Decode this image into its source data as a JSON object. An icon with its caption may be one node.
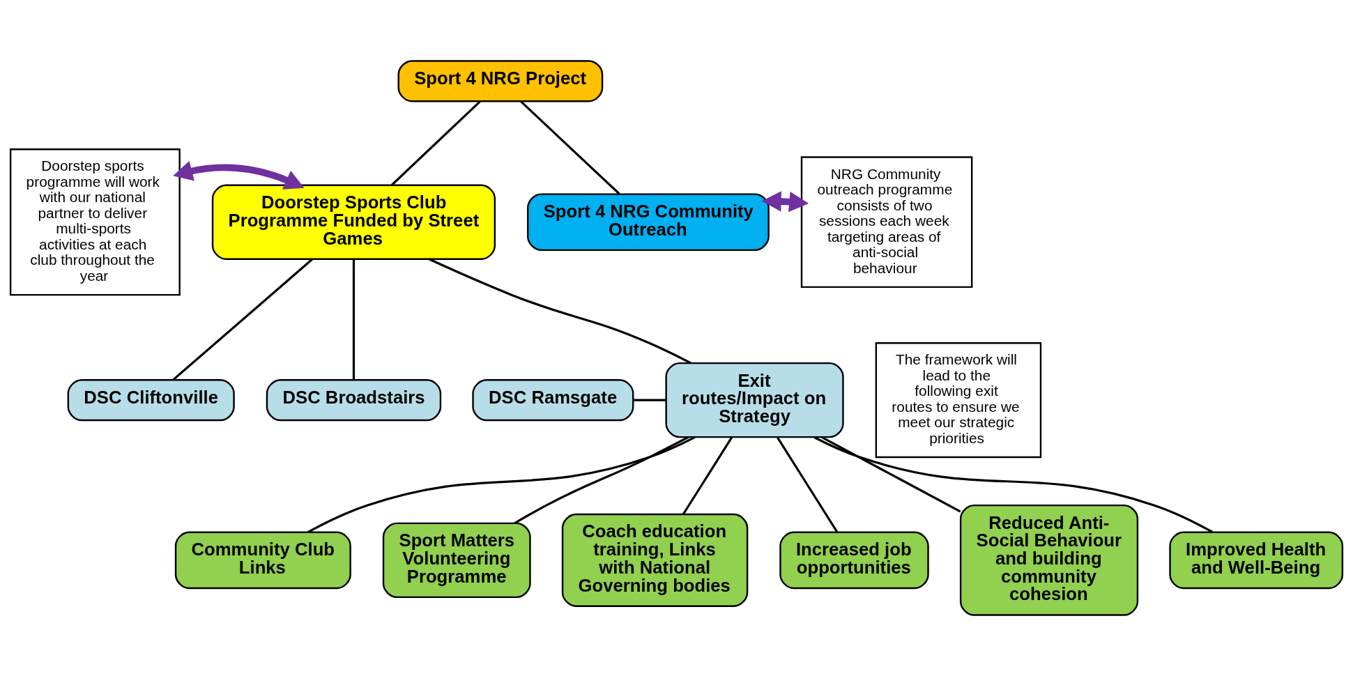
{
  "diagram": {
    "nodes": [
      {
        "text": [
          "Sport 4 NRG Project"
        ]
      },
      {
        "text": [
          "Doorstep Sports Club Programme Funded by Street Games"
        ]
      },
      {
        "text": [
          "Sport 4 NRG Community Outreach"
        ]
      },
      {
        "text": [
          "Doorstep sports programme will work with our national partner to deliver multi-sports activities at each club throughout the year"
        ]
      },
      {
        "text": [
          "NRG Community outreach programme consists of two sessions each week targeting areas of anti-social behaviour"
        ]
      },
      {
        "text": [
          "DSC Cliftonville"
        ]
      },
      {
        "text": [
          "DSC Broadstairs"
        ]
      },
      {
        "text": [
          "DSC Ramsgate"
        ]
      },
      {
        "text": [
          "Exit routes/Impact on Strategy"
        ]
      },
      {
        "text": [
          "The framework will lead to the following exit routes to ensure we meet our strategic priorities"
        ]
      },
      {
        "text": [
          "Community Club Links"
        ]
      },
      {
        "text": [
          "Sport Matters Volunteering Programme"
        ]
      },
      {
        "text": [
          "Coach education training, Links with National Governing bodies"
        ]
      },
      {
        "text": [
          "Increased job opportunities"
        ]
      },
      {
        "text": [
          "Reduced Anti-Social Behaviour and building community cohesion"
        ]
      },
      {
        "text": [
          "Improved Health and Well-Being"
        ]
      }
    ],
    "edges": [
      {
        "from": 0,
        "to": 1,
        "arrow": "none"
      },
      {
        "from": 0,
        "to": 2,
        "arrow": "none"
      },
      {
        "from": 3,
        "to": 1,
        "arrow": "both",
        "style": "thick",
        "color": "#7030a0"
      },
      {
        "from": 2,
        "to": 4,
        "arrow": "both",
        "style": "thick",
        "color": "#7030a0"
      },
      {
        "from": 1,
        "to": 5,
        "arrow": "none"
      },
      {
        "from": 1,
        "to": 6,
        "arrow": "none"
      },
      {
        "from": 1,
        "to": 8,
        "arrow": "none"
      },
      {
        "from": 7,
        "to": 8,
        "arrow": "none"
      },
      {
        "from": 8,
        "to": 10,
        "arrow": "none"
      },
      {
        "from": 8,
        "to": 11,
        "arrow": "none"
      },
      {
        "from": 8,
        "to": 12,
        "arrow": "none"
      },
      {
        "from": 8,
        "to": 13,
        "arrow": "none"
      },
      {
        "from": 8,
        "to": 14,
        "arrow": "none"
      },
      {
        "from": 8,
        "to": 15,
        "arrow": "none"
      }
    ]
  }
}
